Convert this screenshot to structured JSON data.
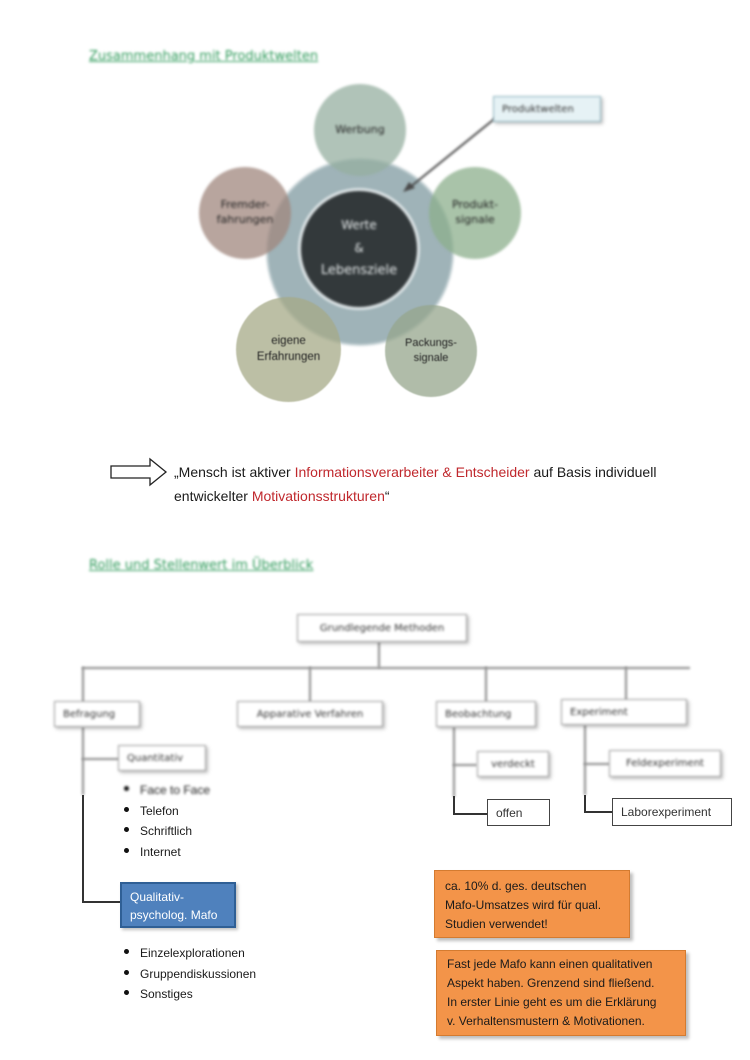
{
  "section1": {
    "heading": "Zusammenhang mit Produktwelten",
    "center": {
      "line1": "Werte",
      "line2": "&",
      "line3": "Lebensziele"
    },
    "circles": {
      "werbung": "Werbung",
      "fremd": "Fremder-\nfahrungen",
      "produkt": "Produkt-\nsignale",
      "eigene": "eigene\nErfahrungen",
      "packung": "Packungs-\nsignale"
    },
    "callout": "Produktwelten"
  },
  "quote": {
    "p1": "„Mensch ist aktiver ",
    "h1": "Informationsverarbeiter & Entscheider",
    "p2": " auf Basis individuell",
    "p3": "entwickelter ",
    "h2": "Motivationsstrukturen",
    "p4": "“",
    "highlight_color": "#c0282d"
  },
  "section2": {
    "heading": "Rolle und Stellenwert im Überblick",
    "root": "Grundlegende Methoden",
    "cat1": "Befragung",
    "cat2": "Apparative Verfahren",
    "cat3": "Beobachtung",
    "cat4": "Experiment",
    "quantitativ": "Quantitativ",
    "quant_items": [
      "Face to Face",
      "Telefon",
      "Schriftlich",
      "Internet"
    ],
    "verdeckt": "verdeckt",
    "offen": "offen",
    "feldexperiment": "Feldexperiment",
    "laborexperiment": "Laborexperiment",
    "qualitativ": "Qualitativ-\npsycholog. Mafo",
    "qual_items": [
      "Einzelexplorationen",
      "Gruppendiskussionen",
      "Sonstiges"
    ],
    "note1": "ca. 10% d. ges. deutschen\nMafo-Umsatzes wird für qual.\nStudien verwendet!",
    "note2": "Fast jede Mafo kann einen qualitativen\nAspekt haben. Grenzend sind fließend.\nIn erster Linie geht es um die Erklärung\nv. Verhaltensmustern & Motivationen."
  }
}
